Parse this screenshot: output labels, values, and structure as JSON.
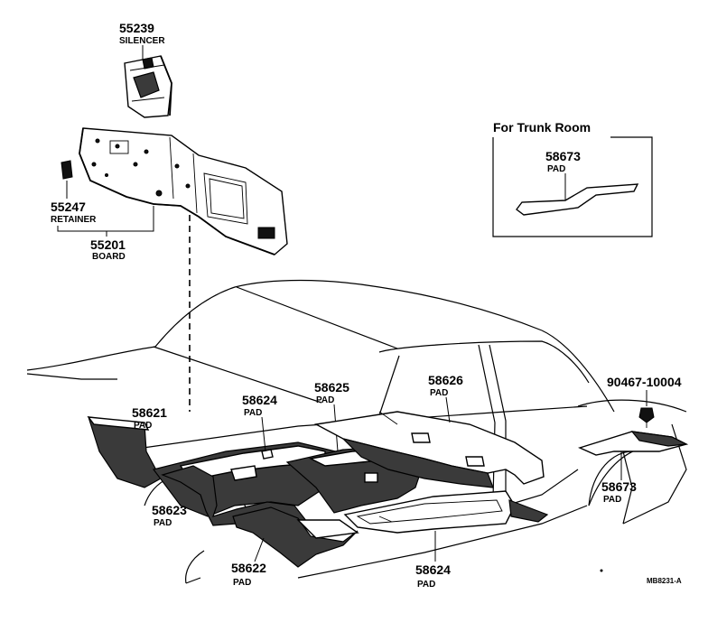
{
  "parts": [
    {
      "id": "silencer-55239",
      "number": "55239",
      "name": "SILENCER"
    },
    {
      "id": "retainer-55247",
      "number": "55247",
      "name": "RETAINER"
    },
    {
      "id": "board-55201",
      "number": "55201",
      "name": "BOARD"
    },
    {
      "id": "pad-58621",
      "number": "58621",
      "name": "PAD"
    },
    {
      "id": "pad-58624-top",
      "number": "58624",
      "name": "PAD"
    },
    {
      "id": "pad-58625",
      "number": "58625",
      "name": "PAD"
    },
    {
      "id": "pad-58626",
      "number": "58626",
      "name": "PAD"
    },
    {
      "id": "clip-90467",
      "number": "90467-10004",
      "name": ""
    },
    {
      "id": "pad-58673-side",
      "number": "58673",
      "name": "PAD"
    },
    {
      "id": "pad-58623",
      "number": "58623",
      "name": "PAD"
    },
    {
      "id": "pad-58622",
      "number": "58622",
      "name": "PAD"
    },
    {
      "id": "pad-58624-bottom",
      "number": "58624",
      "name": "PAD"
    }
  ],
  "inset": {
    "title": "For Trunk Room",
    "part": {
      "number": "58673",
      "name": "PAD"
    }
  },
  "diagram_code": "MB8231-A"
}
